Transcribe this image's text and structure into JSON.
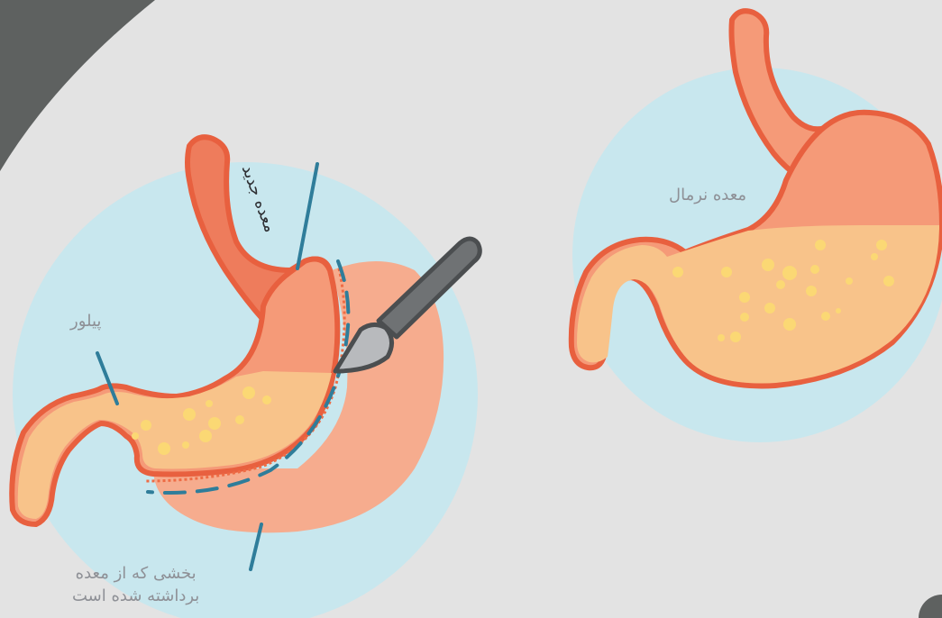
{
  "labels": {
    "pylorus": "پیلور",
    "normal_stomach": "معده نرمال",
    "new_stomach": "معده جدید",
    "removed_line1": "بخشی که از معده",
    "removed_line2": "برداشته شده است"
  },
  "colors": {
    "background": "#e3e3e3",
    "dark_corner": "#5e6160",
    "circle": "#c8e7ee",
    "stomach_fill": "#f59a78",
    "stomach_upper": "#ee7c5c",
    "stomach_outline": "#e8603f",
    "contents": "#f8c38a",
    "bubbles": "#fbd874",
    "leader_line": "#2f7d9a",
    "removed_part": "#f6ac8e",
    "staples": "#ee6c45",
    "scalpel_handle": "#6f7274",
    "scalpel_blade": "#b8babd"
  },
  "icons": [
    "scalpel-icon",
    "staple-line-icon"
  ]
}
